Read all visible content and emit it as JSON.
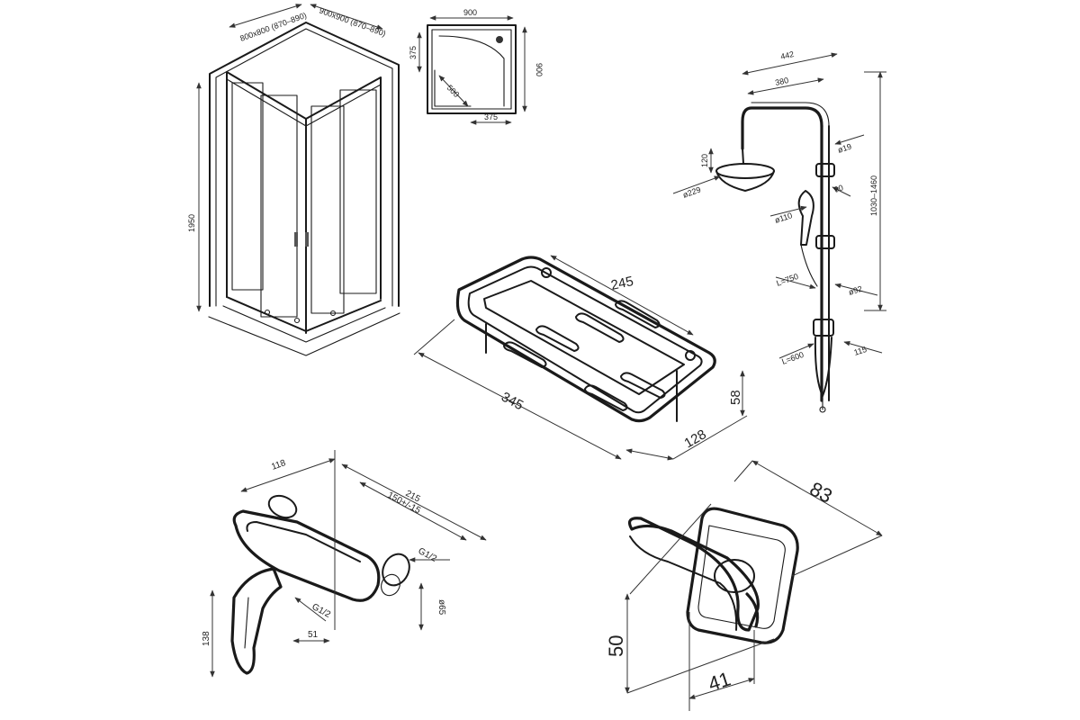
{
  "cabin_front": {
    "width_label_a": "800x800 (870–890)",
    "width_label_b": "900x900 (870–890)",
    "height_label": "1950"
  },
  "cabin_plan": {
    "top": "900",
    "right": "900",
    "left_offset": "375",
    "diag": "500",
    "bottom_offset": "375"
  },
  "shower_system": {
    "d442": "442",
    "d380": "380",
    "d120": "120",
    "d229": "ø229",
    "d19": "ø19",
    "d90": "90",
    "d110": "ø110",
    "height_range": "1030–1460",
    "hose": "L=750",
    "d92": "ø92",
    "d115": "115",
    "hose2": "L=600"
  },
  "basket": {
    "inner_length": "245",
    "outer_length": "345",
    "depth": "128",
    "height": "58"
  },
  "mixer": {
    "d118_top": "118",
    "d215": "215",
    "d150": "150+/-15",
    "thread_right": "G1/2",
    "thread_left": "G1/2",
    "d65": "ø65",
    "d51": "51",
    "d138": "138"
  },
  "hook": {
    "length": "83",
    "height": "50",
    "base": "41"
  }
}
